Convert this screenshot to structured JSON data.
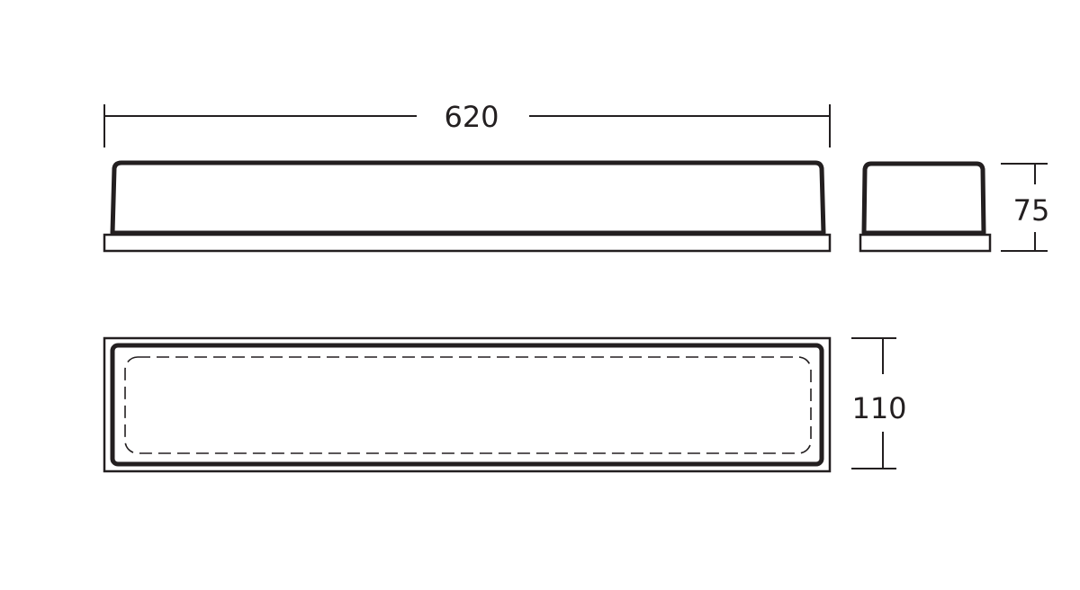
{
  "dimensions": {
    "length": "620",
    "height": "75",
    "width": "110"
  },
  "colors": {
    "line": "#231f20",
    "background": "#ffffff"
  }
}
